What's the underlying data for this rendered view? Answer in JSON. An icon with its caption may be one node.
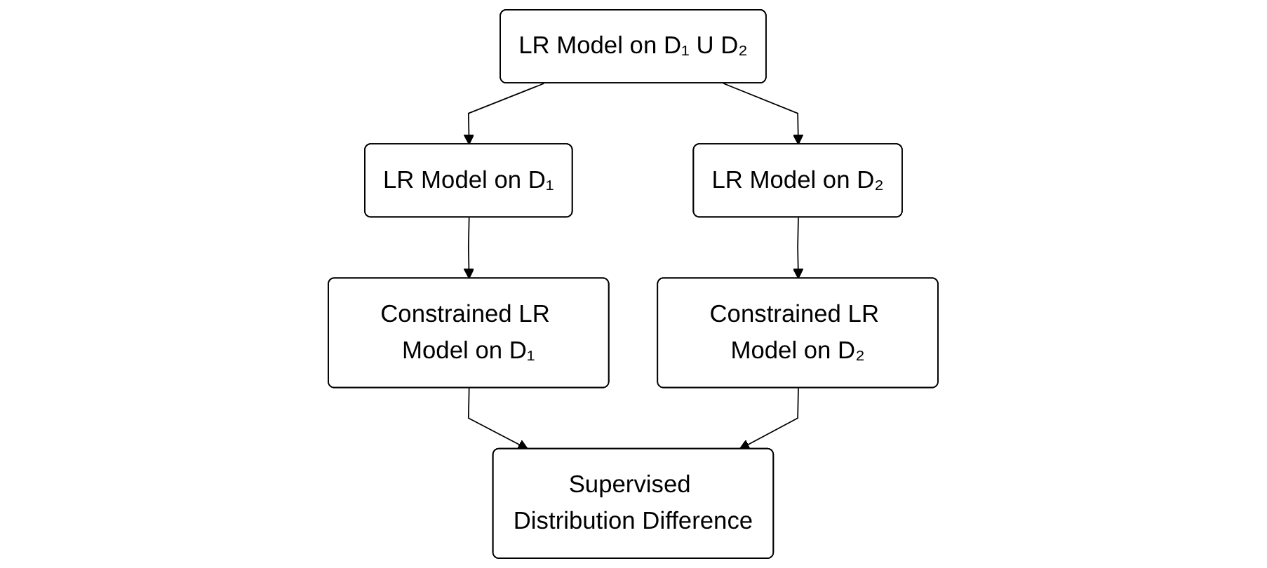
{
  "diagram": {
    "nodes": [
      {
        "text": [
          "LR Model on D₁ U D₂"
        ]
      },
      {
        "text": [
          "LR Model on D₁"
        ]
      },
      {
        "text": [
          "LR Model on D₂"
        ]
      },
      {
        "text": [
          "Constrained LR Model on D₁"
        ]
      },
      {
        "text": [
          "Constrained LR Model on D₂"
        ]
      },
      {
        "text": [
          "Supervised Distribution Difference"
        ]
      }
    ],
    "edges": [
      {
        "from": 0,
        "to": 1,
        "arrow": "to"
      },
      {
        "from": 0,
        "to": 2,
        "arrow": "to"
      },
      {
        "from": 1,
        "to": 3,
        "arrow": "to"
      },
      {
        "from": 2,
        "to": 4,
        "arrow": "to"
      },
      {
        "from": 3,
        "to": 5,
        "arrow": "to"
      },
      {
        "from": 4,
        "to": 5,
        "arrow": "to"
      }
    ]
  }
}
